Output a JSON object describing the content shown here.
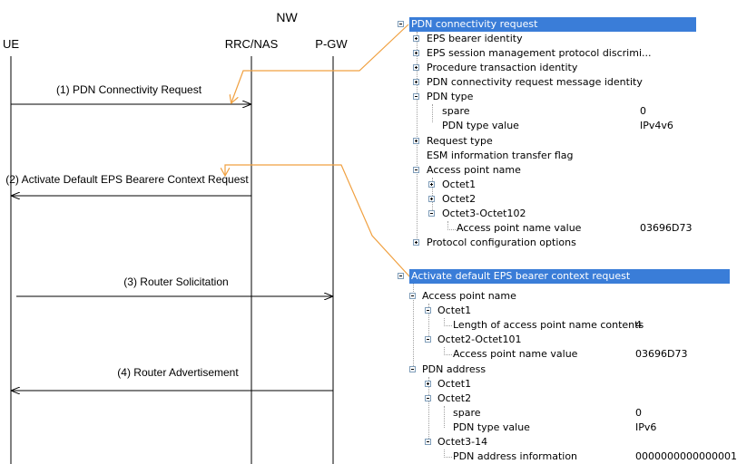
{
  "diagram": {
    "nw_label": "NW",
    "ue_label": "UE",
    "rrc_label": "RRC/NAS",
    "pgw_label": "P-GW",
    "messages": [
      "(1) PDN Connectivity  Request",
      "(2) Activate Default EPS Bearere Context  Request",
      "(3) Router Solicitation",
      "(4) Router Advertisement"
    ]
  },
  "tree1": {
    "title": "PDN connectivity request",
    "rows": [
      {
        "label": "EPS bearer identity",
        "value": ""
      },
      {
        "label": "EPS session management protocol discrimi...",
        "value": ""
      },
      {
        "label": "Procedure transaction identity",
        "value": ""
      },
      {
        "label": "PDN connectivity request message identity",
        "value": ""
      },
      {
        "label": "PDN type",
        "value": ""
      },
      {
        "label": "spare",
        "value": "0"
      },
      {
        "label": "PDN type value",
        "value": "IPv4v6"
      },
      {
        "label": "Request type",
        "value": ""
      },
      {
        "label": "ESM information transfer flag",
        "value": ""
      },
      {
        "label": "Access point name",
        "value": ""
      },
      {
        "label": "Octet1",
        "value": ""
      },
      {
        "label": "Octet2",
        "value": ""
      },
      {
        "label": "Octet3-Octet102",
        "value": ""
      },
      {
        "label": "Access point name value",
        "value": "03696D73"
      },
      {
        "label": "Protocol configuration options",
        "value": ""
      }
    ]
  },
  "tree2": {
    "title": "Activate default EPS bearer context request",
    "rows": [
      {
        "label": "Access point name",
        "value": ""
      },
      {
        "label": "Octet1",
        "value": ""
      },
      {
        "label": "Length of access point name contents",
        "value": "4"
      },
      {
        "label": "Octet2-Octet101",
        "value": ""
      },
      {
        "label": "Access point name value",
        "value": "03696D73"
      },
      {
        "label": "PDN address",
        "value": ""
      },
      {
        "label": "Octet1",
        "value": ""
      },
      {
        "label": "Octet2",
        "value": ""
      },
      {
        "label": "spare",
        "value": "0"
      },
      {
        "label": "PDN type value",
        "value": "IPv6"
      },
      {
        "label": "Octet3-14",
        "value": ""
      },
      {
        "label": "PDN address information",
        "value": "0000000000000001"
      }
    ]
  },
  "colors": {
    "callout": "#f0a040",
    "highlight": "#3a7dd8"
  }
}
